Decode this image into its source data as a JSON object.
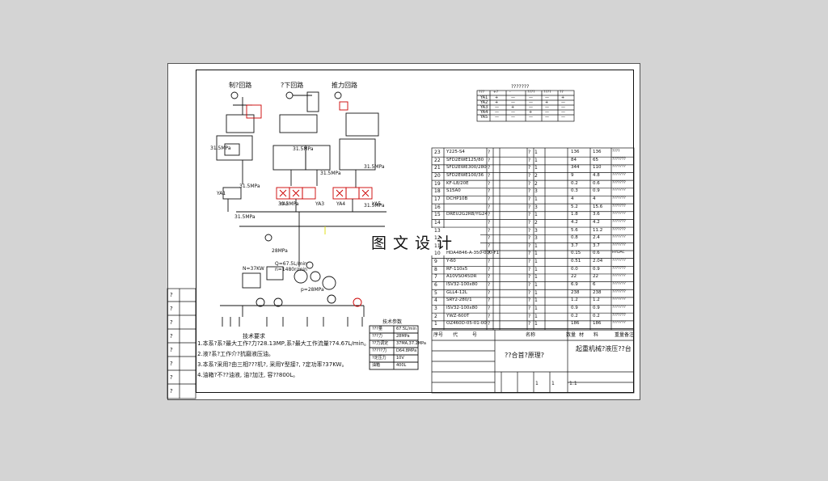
{
  "circuits": {
    "brake": "制?回路",
    "lift": "?下回路",
    "boost": "推力回路"
  },
  "valve_table": {
    "title": "???????",
    "head": [
      "???",
      "+?",
      "-",
      "????",
      "????",
      "??"
    ],
    "rows": [
      [
        "YA1",
        "+",
        "—",
        "—",
        "—",
        "+"
      ],
      [
        "YA2",
        "+",
        "—",
        "—",
        "+",
        "—"
      ],
      [
        "YA3",
        "—",
        "+",
        "—",
        "—",
        "—"
      ],
      [
        "YA4",
        "—",
        "—",
        "+",
        "—",
        "—"
      ],
      [
        "YA5",
        "—",
        "—",
        "—",
        "—",
        "—"
      ]
    ]
  },
  "bom": [
    [
      "23",
      "Y225-S4",
      "?",
      "?",
      "1",
      "136",
      "136",
      "????"
    ],
    [
      "22",
      "SFD2EWE125/80",
      "?",
      "?",
      "1",
      "84",
      "65",
      "???????"
    ],
    [
      "21",
      "SFD2EWE300/280",
      "?",
      "?",
      "1",
      "344",
      "110",
      "???????"
    ],
    [
      "20",
      "SFD2EWE100/36",
      "?",
      "?",
      "2",
      "9",
      "4.8",
      "???????"
    ],
    [
      "19",
      "KF-L8/20E",
      "?",
      "?",
      "2",
      "0.2",
      "0.6",
      "???????"
    ],
    [
      "18",
      "S15A0",
      "?",
      "?",
      "3",
      "0.3",
      "0.9",
      "???????"
    ],
    [
      "17",
      "DCHP10B",
      "?",
      "?",
      "1",
      "4",
      "4",
      "???????"
    ],
    [
      "16",
      "",
      "?",
      "?",
      "3",
      "5.2",
      "15.6",
      "???????"
    ],
    [
      "15",
      "DREU2G2RB/YG24",
      "?",
      "?",
      "1",
      "1.8",
      "3.6",
      "???????"
    ],
    [
      "14",
      "",
      "?",
      "?",
      "2",
      "4.2",
      "4.2",
      "???????"
    ],
    [
      "13",
      "",
      "?",
      "?",
      "3",
      "5.6",
      "11.2",
      "???????"
    ],
    [
      "12",
      "",
      "?",
      "?",
      "3",
      "0.8",
      "2.4",
      "???????"
    ],
    [
      "11",
      "",
      "?",
      "?",
      "1",
      "3.7",
      "3.7",
      "???????"
    ],
    [
      "10",
      "HDA4846-A-350-000-F1",
      "?",
      "?",
      "1",
      "0.15",
      "0.6",
      "HYDAC"
    ],
    [
      "9",
      "Y-60",
      "?",
      "?",
      "1",
      "0.51",
      "2.04",
      "???????"
    ],
    [
      "8",
      "RF-110x5",
      "?",
      "?",
      "1",
      "0.0",
      "0.9",
      "???????"
    ],
    [
      "7",
      "A10VSO45DR",
      "?",
      "?",
      "1",
      "22",
      "22",
      "???????"
    ],
    [
      "6",
      "ISV32-100x80",
      "?",
      "?",
      "1",
      "6.9",
      "6",
      "???????"
    ],
    [
      "5",
      "GLL4-12L",
      "?",
      "?",
      "1",
      "238",
      "238",
      "???????"
    ],
    [
      "4",
      "SRY2-280/1",
      "?",
      "?",
      "1",
      "1.2",
      "1.2",
      "???????"
    ],
    [
      "3",
      "ISV32-100x80",
      "?",
      "?",
      "1",
      "0.9",
      "0.9",
      "???????"
    ],
    [
      "2",
      "YWZ-600T",
      "?",
      "?",
      "1",
      "0.2",
      "0.2",
      "???????"
    ],
    [
      "1",
      "OZ460D-05-01-00",
      "?",
      "?",
      "1",
      "186",
      "186",
      "???????"
    ]
  ],
  "bom_header": [
    "序号",
    "代",
    "号",
    "名称",
    "数量",
    "材",
    "料",
    "重量",
    "备注"
  ],
  "title_block": {
    "drawing_name": "??合首?原理?",
    "project": "起重机械?液压??台",
    "scale": "1:1",
    "sheet": "1",
    "sheets": "1"
  },
  "tech_requirements": {
    "heading": "技术要求",
    "items": [
      "1.本系?系?最大工作?力?28.13MP,系?最大工作流量?74.67L/min。",
      "2.液?系?工作介?抗磨液压油。",
      "3.本系?采用?由三相???机?, 采用Y型接?, ?定功率?37KW。",
      "4.油箱?不??油液, 油?加注, 容??800L。"
    ]
  },
  "params_table": {
    "title": "技术参数",
    "rows": [
      [
        "???量",
        "67.5L/min"
      ],
      [
        "???力",
        "28MPa"
      ],
      [
        "??力调定",
        "37MA,37.2MPa"
      ],
      [
        "?????力",
        "D64.8MPa"
      ],
      [
        "?定压力",
        "10V"
      ],
      [
        "油箱",
        "400L"
      ]
    ]
  },
  "labels": {
    "pressure": [
      "31.5MPa",
      "31.5MPa",
      "31.5MPa",
      "31.5MPa",
      "31.5MPa",
      "31.5MPa",
      "28MPa",
      "31.5MPa",
      "31.5MPa"
    ],
    "watermark": "图文设计",
    "pump_info": [
      "Q=67.5L/min",
      "n=1480r/min",
      "p=28MPa"
    ],
    "motor_info": "N=37KW",
    "ya": [
      "YA1",
      "YA2",
      "YA3",
      "YA4",
      "YA5"
    ]
  },
  "left_strip": [
    "?",
    "?",
    "?",
    "?",
    "?",
    "?",
    "?",
    "?"
  ]
}
